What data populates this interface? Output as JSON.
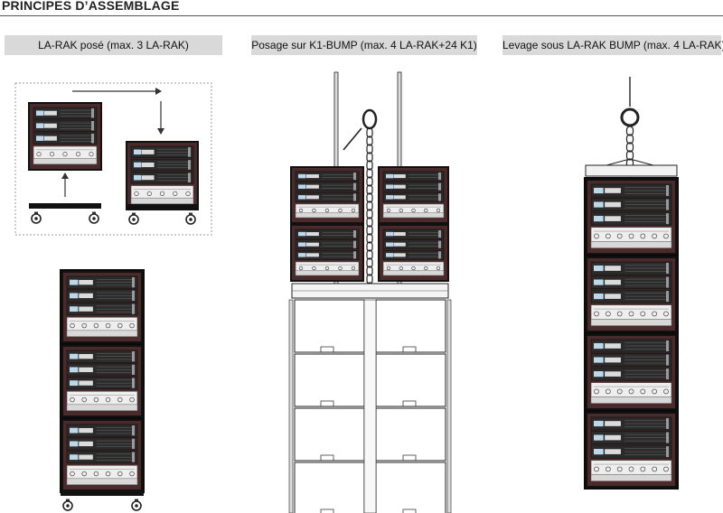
{
  "section_title": "PRINCIPES D’ASSEMBLAGE",
  "captions": {
    "standing": "LA-RAK posé (max. 3 LA-RAK)",
    "k1_bump": "Posage sur K1-BUMP (max. 4 LA-RAK+24 K1)",
    "flying": "Levage sous LA-RAK BUMP (max. 4 LA-RAK)"
  }
}
